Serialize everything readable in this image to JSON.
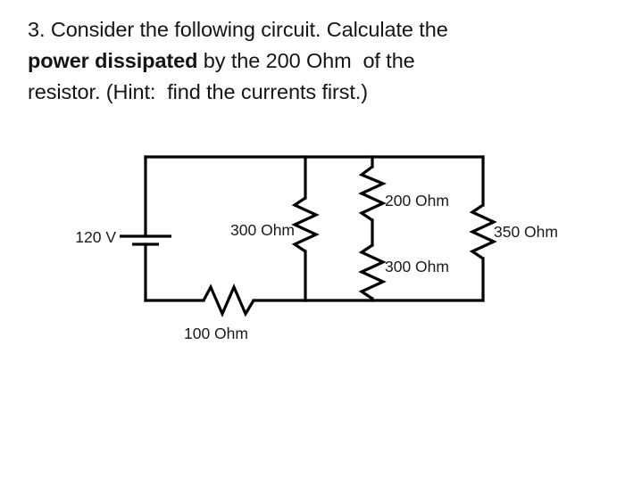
{
  "question": {
    "lines": [
      {
        "id": "line1",
        "text": "3. Consider the following circuit. Calculate the"
      },
      {
        "id": "line2a",
        "text": "power dissipated",
        "bold": true
      },
      {
        "id": "line2b",
        "text": " by the 200 Ohm  of the"
      },
      {
        "id": "line3",
        "text": "resistor. (Hint:  find the currents first.)"
      }
    ],
    "line1": "3. Consider the following circuit. Calculate the",
    "line2_bold": "power dissipated",
    "line2_rest": " by the 200 Ohm  of the",
    "line3": "resistor. (Hint:  find the currents first.)"
  },
  "circuit": {
    "source": {
      "label": "120 V",
      "type": "dc-battery"
    },
    "components": [
      {
        "name": "bottom-resistor",
        "label": "100 Ohm",
        "orientation": "horizontal"
      },
      {
        "name": "branch1-resistor",
        "label": "300 Ohm",
        "orientation": "vertical"
      },
      {
        "name": "branch2-upper-resistor",
        "label": "200 Ohm",
        "orientation": "vertical"
      },
      {
        "name": "branch2-lower-resistor",
        "label": "300 Ohm",
        "orientation": "vertical"
      },
      {
        "name": "branch3-resistor",
        "label": "350 Ohm",
        "orientation": "vertical"
      }
    ],
    "labels": {
      "source": "120 V",
      "bottom_resistor": "100 Ohm",
      "branch1_resistor": "300 Ohm",
      "branch2_upper_resistor": "200 Ohm",
      "branch2_lower_resistor": "300 Ohm",
      "branch3_resistor": "350 Ohm"
    },
    "colors": {
      "wire": "#000000",
      "text": "#1a1a1a",
      "background": "#ffffff"
    }
  }
}
